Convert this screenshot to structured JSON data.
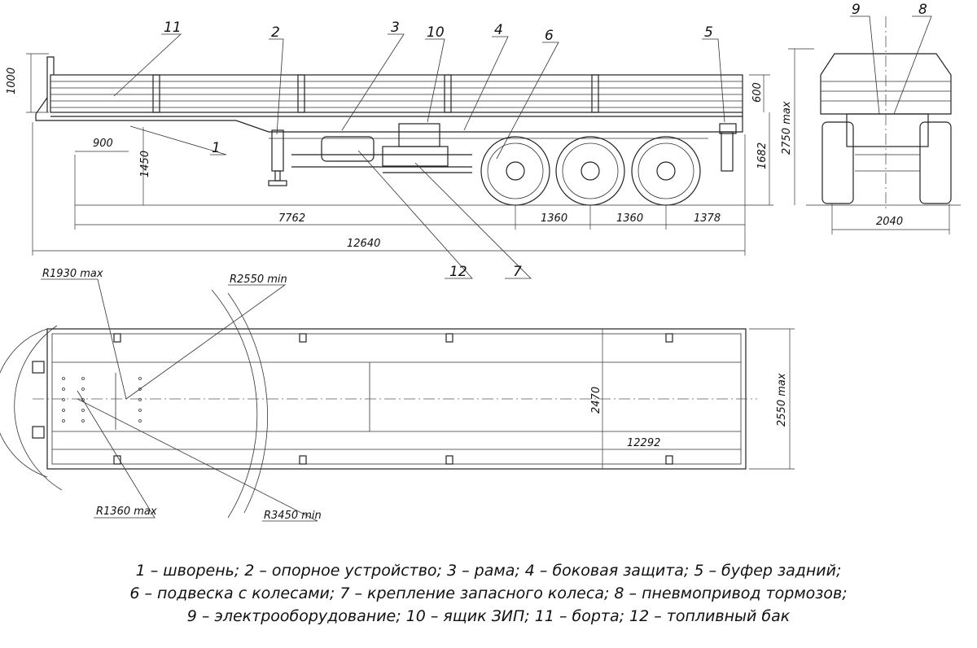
{
  "side_view": {
    "dims": {
      "h1000": "1000",
      "h600": "600",
      "d900": "900",
      "h1450": "1450",
      "h1682": "1682",
      "h2750": "2750 max",
      "d7762": "7762",
      "d1360a": "1360",
      "d1360b": "1360",
      "d1378": "1378",
      "d12640": "12640"
    },
    "callouts": [
      "1",
      "2",
      "3",
      "4",
      "5",
      "6",
      "7",
      "8",
      "9",
      "10",
      "11",
      "12"
    ]
  },
  "rear_view": {
    "d2040": "2040"
  },
  "top_view": {
    "r1930": "R1930 max",
    "r2550": "R2550 min",
    "r1360": "R1360 max",
    "r3450": "R3450 min",
    "w2470": "2470",
    "w2550": "2550 max",
    "len12292": "12292"
  },
  "legend": {
    "line1": "1 – шворень; 2 – опорное устройство; 3 – рама; 4 – боковая защита; 5 – буфер задний;",
    "line2": "6 – подвеска с колесами; 7 – крепление запасного колеса; 8 – пневмопривод тормозов;",
    "line3": "9 – электрооборудование; 10 – ящик ЗИП; 11 – борта; 12 – топливный бак"
  }
}
